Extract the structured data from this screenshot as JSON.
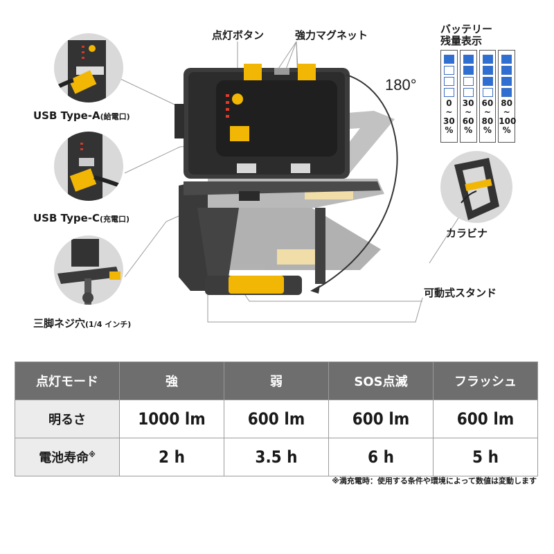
{
  "labels": {
    "lighting_button": "点灯ボタン",
    "magnet": "強力マグネット",
    "rotation": "180°",
    "usb_a": "USB Type-A",
    "usb_a_note": "(給電口)",
    "usb_c": "USB Type-C",
    "usb_c_note": "(充電口)",
    "tripod": "三脚ネジ穴",
    "tripod_note": "(1/4 インチ)",
    "carabiner": "カラビナ",
    "stand": "可動式スタンド"
  },
  "battery": {
    "title_line1": "バッテリー",
    "title_line2": "残量表示",
    "columns": [
      {
        "lit": 1,
        "range_top": "0",
        "range_sep": "~",
        "range_bottom": "30",
        "unit": "%"
      },
      {
        "lit": 2,
        "range_top": "30",
        "range_sep": "~",
        "range_bottom": "60",
        "unit": "%"
      },
      {
        "lit": 3,
        "range_top": "60",
        "range_sep": "~",
        "range_bottom": "80",
        "unit": "%"
      },
      {
        "lit": 4,
        "range_top": "80",
        "range_sep": "~",
        "range_bottom": "100",
        "unit": "%"
      }
    ]
  },
  "table": {
    "headers": [
      "点灯モード",
      "強",
      "弱",
      "SOS点滅",
      "フラッシュ"
    ],
    "rows": [
      {
        "label": "明るさ",
        "values": [
          "1000 lm",
          "600 lm",
          "600 lm",
          "600 lm"
        ]
      },
      {
        "label": "電池寿命",
        "label_mark": "※",
        "values": [
          "2 h",
          "3.5 h",
          "6 h",
          "5 h"
        ]
      }
    ]
  },
  "footnote": "※満充電時：使用する条件や環境によって数値は変動します",
  "colors": {
    "accent_yellow": "#f2b705",
    "body_dark": "#3a3a3a",
    "battery_blue": "#2f6fd1",
    "table_header": "#6e6e6e"
  }
}
